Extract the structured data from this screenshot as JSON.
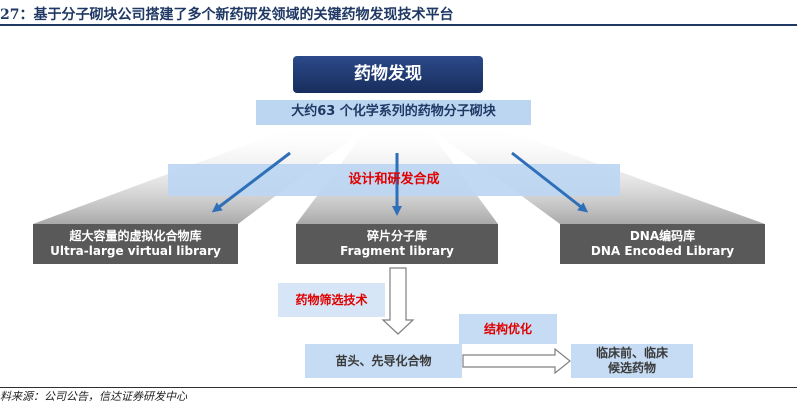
{
  "figure": {
    "title": "27：基于分子砌块公司搭建了多个新药研发领域的关键药物发现技术平台",
    "source": "料来源：公司公告，信达证券研发中心"
  },
  "diagram": {
    "top_box": "药物发现",
    "building_blocks_bar": "大约63 个化学系列的药物分子砌块",
    "design_bar": "设计和研发合成",
    "libraries": [
      {
        "cn": "超大容量的虚拟化合物库",
        "en": "Ultra-large virtual library"
      },
      {
        "cn": "碎片分子库",
        "en": "Fragment library"
      },
      {
        "cn": "DNA编码库",
        "en": "DNA Encoded Library"
      }
    ],
    "screening_label": "药物筛选技术",
    "optimization_label": "结构优化",
    "hit_lead_box": "苗头、先导化合物",
    "candidate_box": [
      "临床前、临床",
      "候选药物"
    ]
  },
  "colors": {
    "title": "#1f3864",
    "top_box": "#1f3b73",
    "light_blue": "#bcd6f2",
    "dark_grey": "#595959",
    "arrow_blue": "#2e6fb8",
    "red_text": "#e00000"
  }
}
